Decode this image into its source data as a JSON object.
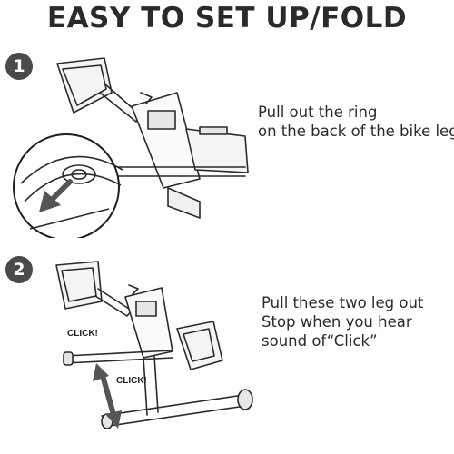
{
  "title": "EASY TO SET UP/FOLD",
  "steps": [
    {
      "number": "1",
      "lines": [
        "Pull out the ring",
        "on the back of the bike leg"
      ]
    },
    {
      "number": "2",
      "lines": [
        "Pull these two leg out",
        "Stop when you hear",
        "sound of“Click”"
      ],
      "labels": [
        "CLICK!",
        "CLICK!"
      ]
    }
  ],
  "colors": {
    "badge": "#4a4a4a",
    "ink": "#2a2a2a",
    "arrow": "#555555"
  },
  "icons": [
    "step-number-badge",
    "pull-arrow-icon",
    "double-arrow-icon"
  ]
}
